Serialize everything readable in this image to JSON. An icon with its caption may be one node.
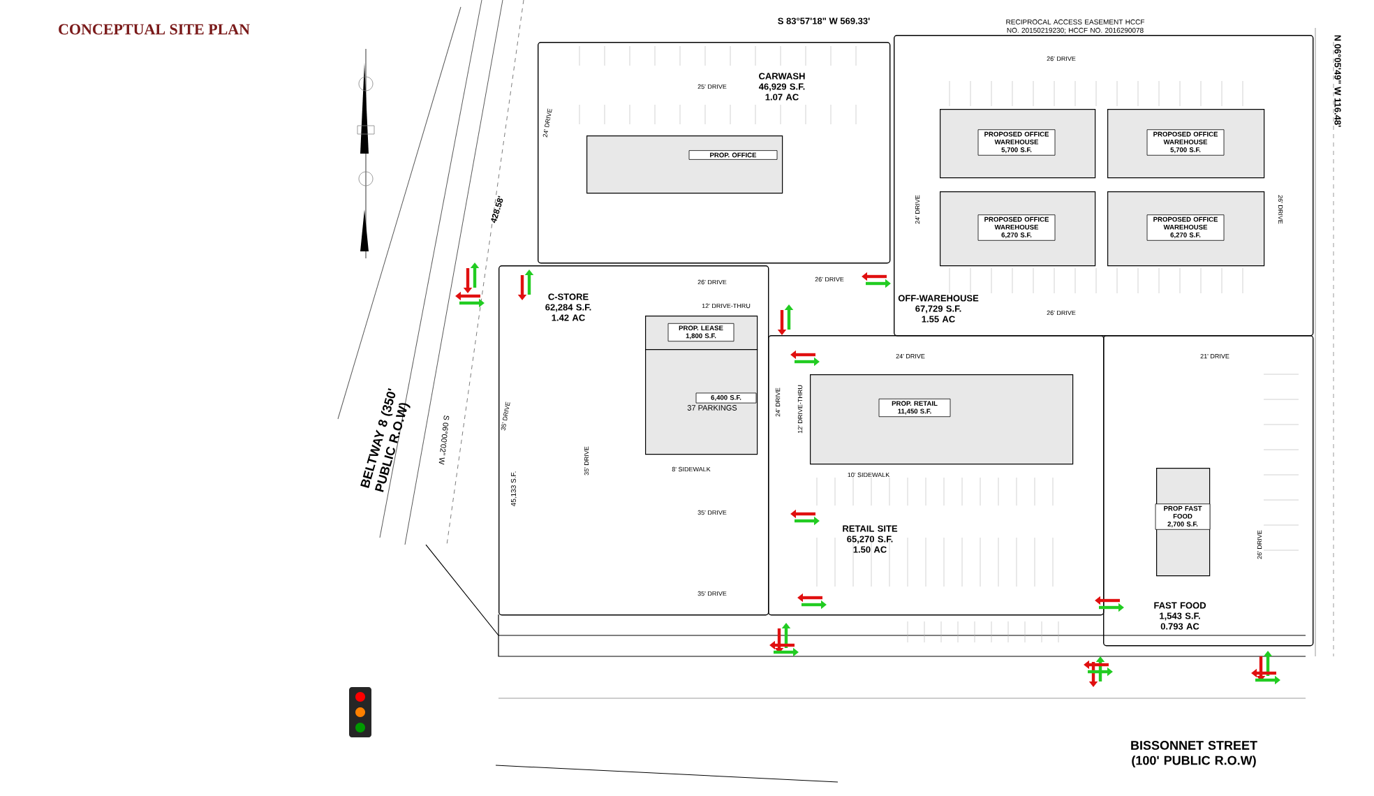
{
  "diagram": {
    "title": "CONCEPTUAL SITE PLAN",
    "nodes": [
      {
        "text": [
          "CARWASH 46,929 S.F. 1.07 AC"
        ]
      },
      {
        "text": [
          "PROP. OFFICE"
        ],
        "in": 0
      },
      {
        "text": [
          "OFF-WAREHOUSE 67,729 S.F. 1.55 AC"
        ]
      },
      {
        "text": [
          "PROPOSED OFFICE WAREHOUSE 5,700 S.F."
        ],
        "in": 2
      },
      {
        "text": [
          "PROPOSED OFFICE WAREHOUSE 5,700 S.F."
        ],
        "in": 2
      },
      {
        "text": [
          "PROPOSED OFFICE WAREHOUSE 6,270 S.F."
        ],
        "in": 2
      },
      {
        "text": [
          "PROPOSED OFFICE WAREHOUSE 6,270 S.F."
        ],
        "in": 2
      },
      {
        "text": [
          "C-STORE 62,284 S.F. 1.42 AC"
        ]
      },
      {
        "text": [
          "PROP. LEASE 1,800 S.F."
        ],
        "in": 7
      },
      {
        "text": [
          "6,400 S.F."
        ],
        "in": 7
      },
      {
        "text": [
          "RETAIL SITE 65,270 S.F. 1.50 AC"
        ]
      },
      {
        "text": [
          "PROP. RETAIL 11,450 S.F."
        ],
        "in": 10
      },
      {
        "text": [
          "FAST FOOD 1,543 S.F. 0.793 AC"
        ]
      },
      {
        "text": [
          "PROP FAST FOOD 2,700 S.F."
        ],
        "in": 12
      }
    ],
    "labels": [
      "BELTWAY 8 (350' PUBLIC R.O.W)",
      "BISSONNET STREET (100' PUBLIC R.O.W)",
      "S 83°57'18\" W 569.33'",
      "RECIPROCAL ACCESS EASEMENT HCCF NO. 20150219230; HCCF NO. 2016290078",
      "N 06°05'49\" W 116.48'",
      "428.58'",
      "S 06°00'02\" W",
      "25' DRIVE",
      "24' DRIVE",
      "26' DRIVE",
      "24' DRIVE",
      "26' DRIVE",
      "26' DRIVE",
      "26' DRIVE",
      "12' DRIVE-THRU",
      "26' DRIVE",
      "24' DRIVE",
      "21' DRIVE",
      "24' DRIVE",
      "12' DRIVE-THRU",
      "35' DRIVE",
      "37 PARKINGS",
      "8' SIDEWALK",
      "10' SIDEWALK",
      "35' DRIVE",
      "45,133 S.F.",
      "35' DRIVE",
      "35' DRIVE",
      "26' DRIVE"
    ]
  }
}
